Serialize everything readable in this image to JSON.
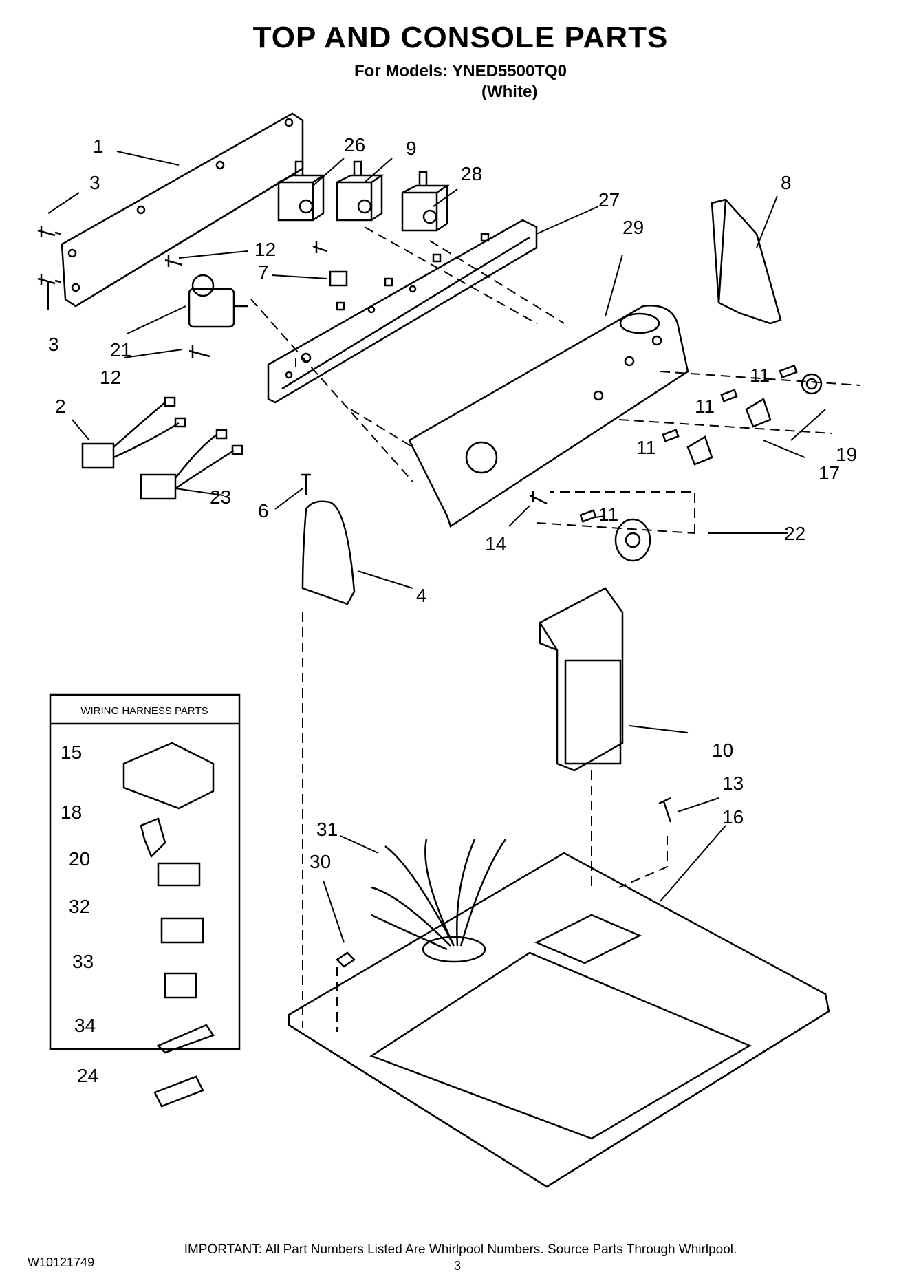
{
  "header": {
    "title": "TOP AND CONSOLE PARTS",
    "models": "For Models: YNED5500TQ0",
    "color": "(White)"
  },
  "inset": {
    "title": "WIRING HARNESS PARTS",
    "callouts": [
      "15",
      "18",
      "20",
      "32",
      "33",
      "34",
      "24"
    ]
  },
  "callouts": [
    "1",
    "3",
    "3",
    "26",
    "9",
    "28",
    "27",
    "29",
    "8",
    "12",
    "12",
    "7",
    "21",
    "2",
    "23",
    "6",
    "4",
    "11",
    "11",
    "11",
    "11",
    "19",
    "17",
    "22",
    "14",
    "10",
    "13",
    "16",
    "31",
    "30"
  ],
  "footer": {
    "note": "IMPORTANT: All Part Numbers Listed Are Whirlpool Numbers. Source Parts Through Whirlpool.",
    "doc_number": "W10121749",
    "page": "3"
  }
}
